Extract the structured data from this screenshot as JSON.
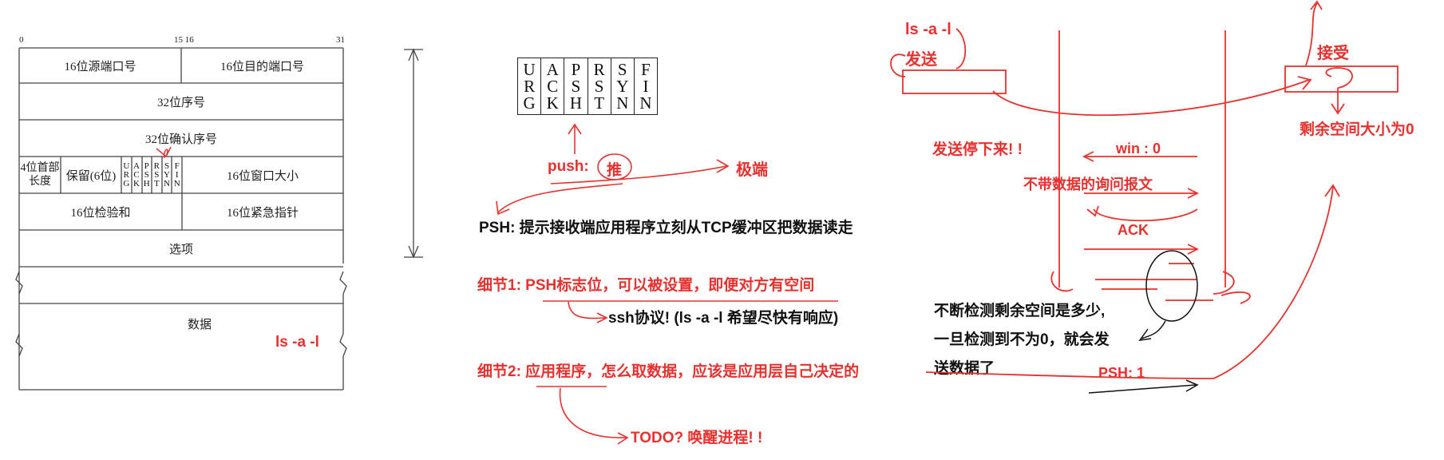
{
  "header": {
    "bit_0": "0",
    "bit_15_16": "15 16",
    "bit_31": "31",
    "src_port": "16位源端口号",
    "dst_port": "16位目的端口号",
    "seq": "32位序号",
    "ack_seq": "32位确认序号",
    "hdr_len": "4位首部\n长度",
    "reserved": "保留(6位)",
    "window": "16位窗口大小",
    "checksum": "16位检验和",
    "urgent": "16位紧急指针",
    "options": "选项",
    "data": "数据",
    "data_note": "ls -a -l"
  },
  "flags": [
    {
      "top": "U",
      "mid": "R",
      "bot": "G"
    },
    {
      "top": "A",
      "mid": "C",
      "bot": "K"
    },
    {
      "top": "P",
      "mid": "S",
      "bot": "H"
    },
    {
      "top": "R",
      "mid": "S",
      "bot": "T"
    },
    {
      "top": "S",
      "mid": "Y",
      "bot": "N"
    },
    {
      "top": "F",
      "mid": "I",
      "bot": "N"
    }
  ],
  "notes": {
    "push": "push:",
    "push_push": "推",
    "extreme": "极端",
    "psh_def": "PSH:  提示接收端应用程序立刻从TCP缓冲区把数据读走",
    "detail1": "细节1:  PSH标志位，可以被设置，即便对方有空间",
    "detail1_sub": "ssh协议! (ls -a -l 希望尽快有响应)",
    "detail2": "细节2:  应用程序，怎么取数据，应该是应用层自己决定的",
    "todo": "TODO?  唤醒进程! !"
  },
  "flow": {
    "cmd": "ls -a -l",
    "send": "发送",
    "recv": "接受",
    "space_zero": "剩余空间大小为0",
    "send_stop": "发送停下来! !",
    "win0": "win : 0",
    "probe": "不带数据的询问报文",
    "ack": "ACK",
    "detect_line1": "不断检测剩余空间是多少,",
    "detect_line2": "一旦检测到不为0，就会发",
    "detect_line3": "送数据了",
    "psh1": "PSH:  1"
  },
  "colors": {
    "red": "#e8312f",
    "ink": "#111111"
  }
}
